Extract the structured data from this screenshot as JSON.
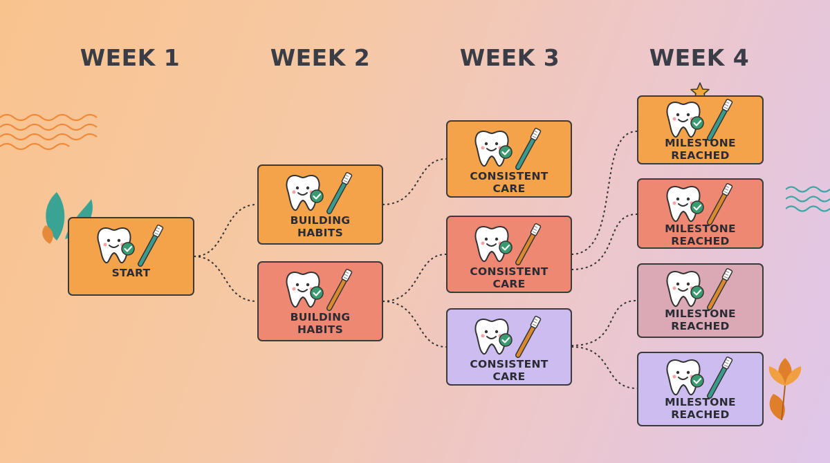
{
  "weeks": [
    "WEEK 1",
    "WEEK 2",
    "WEEK 3",
    "WEEK 4"
  ],
  "nodes": [
    {
      "label": "START",
      "color": "#f5a34a",
      "brush": "#3a9b8c"
    },
    {
      "label": "BUILDING\nHABITS",
      "color": "#f5a34a",
      "brush": "#3a9b8c"
    },
    {
      "label": "BUILDING\nHABITS",
      "color": "#ef8872",
      "brush": "#d98a2e"
    },
    {
      "label": "CONSISTENT\nCARE",
      "color": "#f5a34a",
      "brush": "#3a9b8c"
    },
    {
      "label": "CONSISTENT\nCARE",
      "color": "#ef8872",
      "brush": "#d98a2e"
    },
    {
      "label": "CONSISTENT\nCARE",
      "color": "#ccbcf0",
      "brush": "#d98a2e"
    },
    {
      "label": "MILESTONE\nREACHED",
      "color": "#f5a34a",
      "brush": "#3a9b8c"
    },
    {
      "label": "MILESTONE\nREACHED",
      "color": "#ef8872",
      "brush": "#d98a2e"
    },
    {
      "label": "MILESTONE\nREACHED",
      "color": "#dba8b6",
      "brush": "#d98a2e"
    },
    {
      "label": "MILESTONE\nREACHED",
      "color": "#ccbcf0",
      "brush": "#3a9b8c"
    }
  ],
  "icons": {
    "tooth": "tooth-icon",
    "check": "check-badge-icon",
    "toothbrush": "toothbrush-icon",
    "star": "star-icon",
    "leaf": "leaf-icon",
    "wave": "wave-icon"
  }
}
